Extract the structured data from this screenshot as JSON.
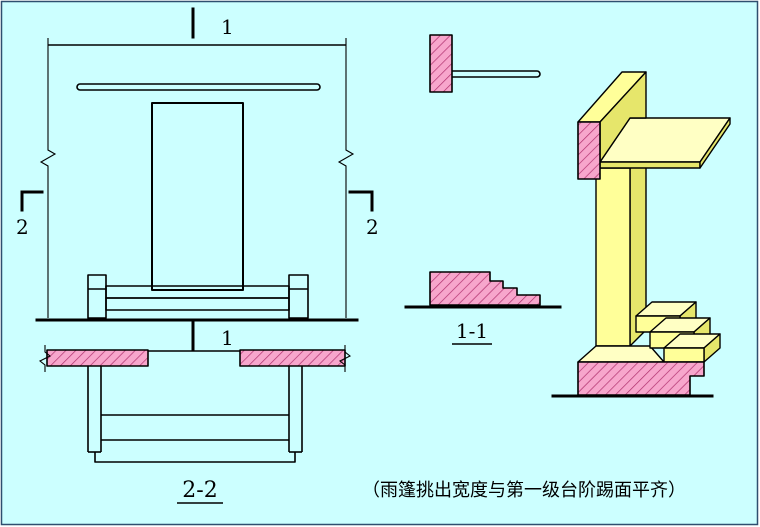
{
  "labels": {
    "plan_cut_top": "1",
    "plan_cut_bottom": "1",
    "cut_left": "2",
    "cut_right": "2",
    "section_2_2": "2-2",
    "section_1_1": "1-1",
    "caption": "（雨篷挑出宽度与第一级台阶踢面平齐）"
  },
  "colors": {
    "bg": "#ccffff",
    "line": "#000000",
    "section_fill": "#f7a6cc",
    "hatch": "#b0306e",
    "concrete": "#ffff99",
    "concrete_shade": "#e6e66b",
    "concrete_light": "#ffffc4"
  }
}
